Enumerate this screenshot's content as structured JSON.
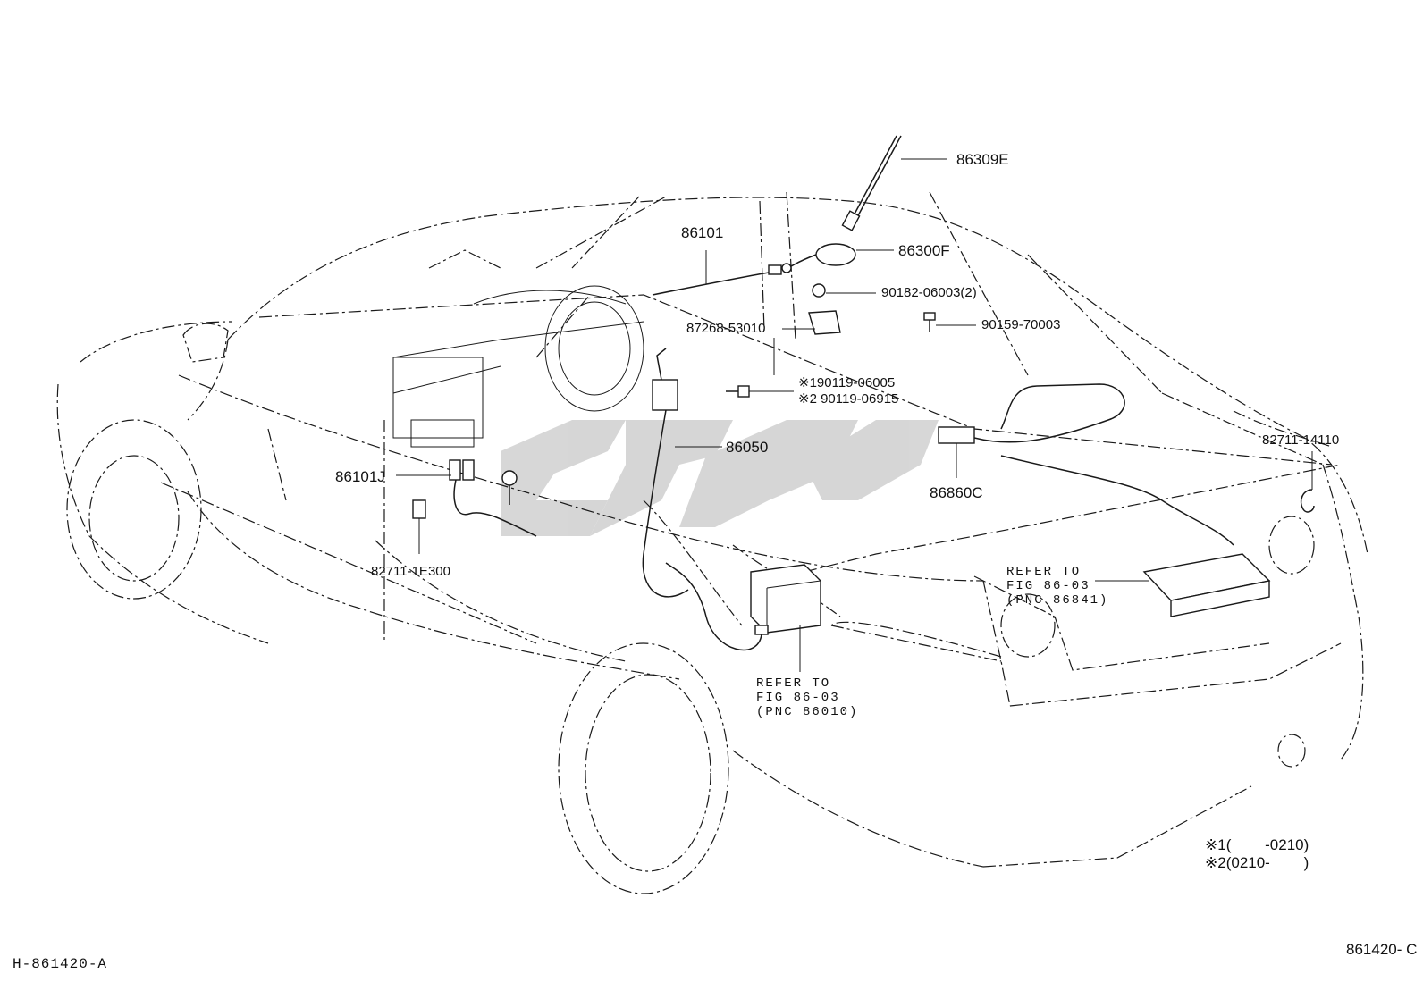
{
  "callouts": {
    "antenna_rod": "86309E",
    "antenna_base": "86300F",
    "antenna_cable": "86101",
    "nut": "90182-06003(2)",
    "bracket": "87268-53010",
    "bolt": "90159-70003",
    "screw_1": "※190119-06005",
    "screw_2": "※2 90119-06915",
    "cord": "86050",
    "cable_j": "86101J",
    "clamp_rear": "82711-14110",
    "connector": "86860C",
    "clamp_front": "82711-1E300"
  },
  "refer_rear": [
    "REFER TO",
    "FIG 86-03",
    "(PNC 86841)"
  ],
  "refer_front": [
    "REFER TO",
    "FIG 86-03",
    "(PNC 86010)"
  ],
  "notes": [
    "※1(        -0210)",
    "※2(0210-        )"
  ],
  "figure_code_left": "H-861420-A",
  "figure_code_right": "861420- C"
}
